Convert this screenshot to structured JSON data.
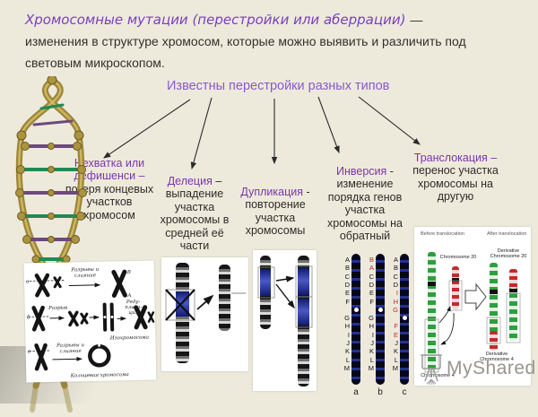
{
  "slide": {
    "title_accent": "Хромосомные мутации (перестройки или аберрации)",
    "title_rest": "— изменения в структуре хромосом, которые можно выявить и различить под световым микроскопом.",
    "heading": "Известны перестройки разных типов"
  },
  "types": [
    {
      "name": "Нехватка или дефишенси –",
      "desc": "потеря концевых участков хромосом"
    },
    {
      "name": "Делеция",
      "desc": "– выпадение участка хромосомы в средней её части"
    },
    {
      "name": "Дупликация",
      "desc": "- повторение участка хромосомы"
    },
    {
      "name": "Инверсия",
      "desc": "- изменение порядка генов участка хромосомы на обратный"
    },
    {
      "name": "Транслокация –",
      "desc": "перенос участка хромосомы на другую"
    }
  ],
  "karyotype": {
    "row1_label_1": "Разрывы и",
    "row1_label_2": "слияние",
    "row2_break": "Разрыв",
    "redup_1": "Реду-",
    "redup_2": "плика-",
    "redup_3": "ция",
    "row2_caption": "Изохромосома",
    "row3_label_1": "Разрывы и",
    "row3_label_2": "слияние",
    "row3_caption": "Кольцевая хромосома",
    "m1": "в",
    "m2": "б",
    "m3": "в",
    "lA": "А",
    "lB": "B"
  },
  "inversion": {
    "a_top": "A\nB\nC\nD\nE\nF",
    "a_bottom": "G\nH\nI\nJ\nK\nL\nM",
    "b_top_red": "B\nA",
    "b_top_black": "C\nD\nE\nF",
    "b_bottom": "G\nH\nI\nJ\nK\nL\nM",
    "c_top_black": "A\nB\nC\nD",
    "c_top_red": "I\nH\nG",
    "c_mid_red": "F\nE",
    "c_bottom": "J\nK\nL\nM",
    "label_a": "a",
    "label_b": "b",
    "label_c": "c"
  },
  "translocation": {
    "before": "Before translocation",
    "after": "After translocation",
    "chr20": "Chromosome 20",
    "chr4": "Chromosome 4",
    "der20": "Derivative\nChromosome 20",
    "der4": "Derivative\nChromosome 4"
  },
  "watermark": {
    "text": "MyShared"
  },
  "colors": {
    "background": "#EDEADC",
    "title_purple": "#7A3FC0",
    "heading_purple": "#8A5AC8",
    "category_purple": "#7B35A8",
    "body_text": "#2E2B27",
    "inversion_red": "#CC2222",
    "duplication_blue": "#2330A0",
    "translocation_green": "#2F9E3F",
    "translocation_red": "#C22B2B",
    "watermark_gray": "#98948C"
  }
}
